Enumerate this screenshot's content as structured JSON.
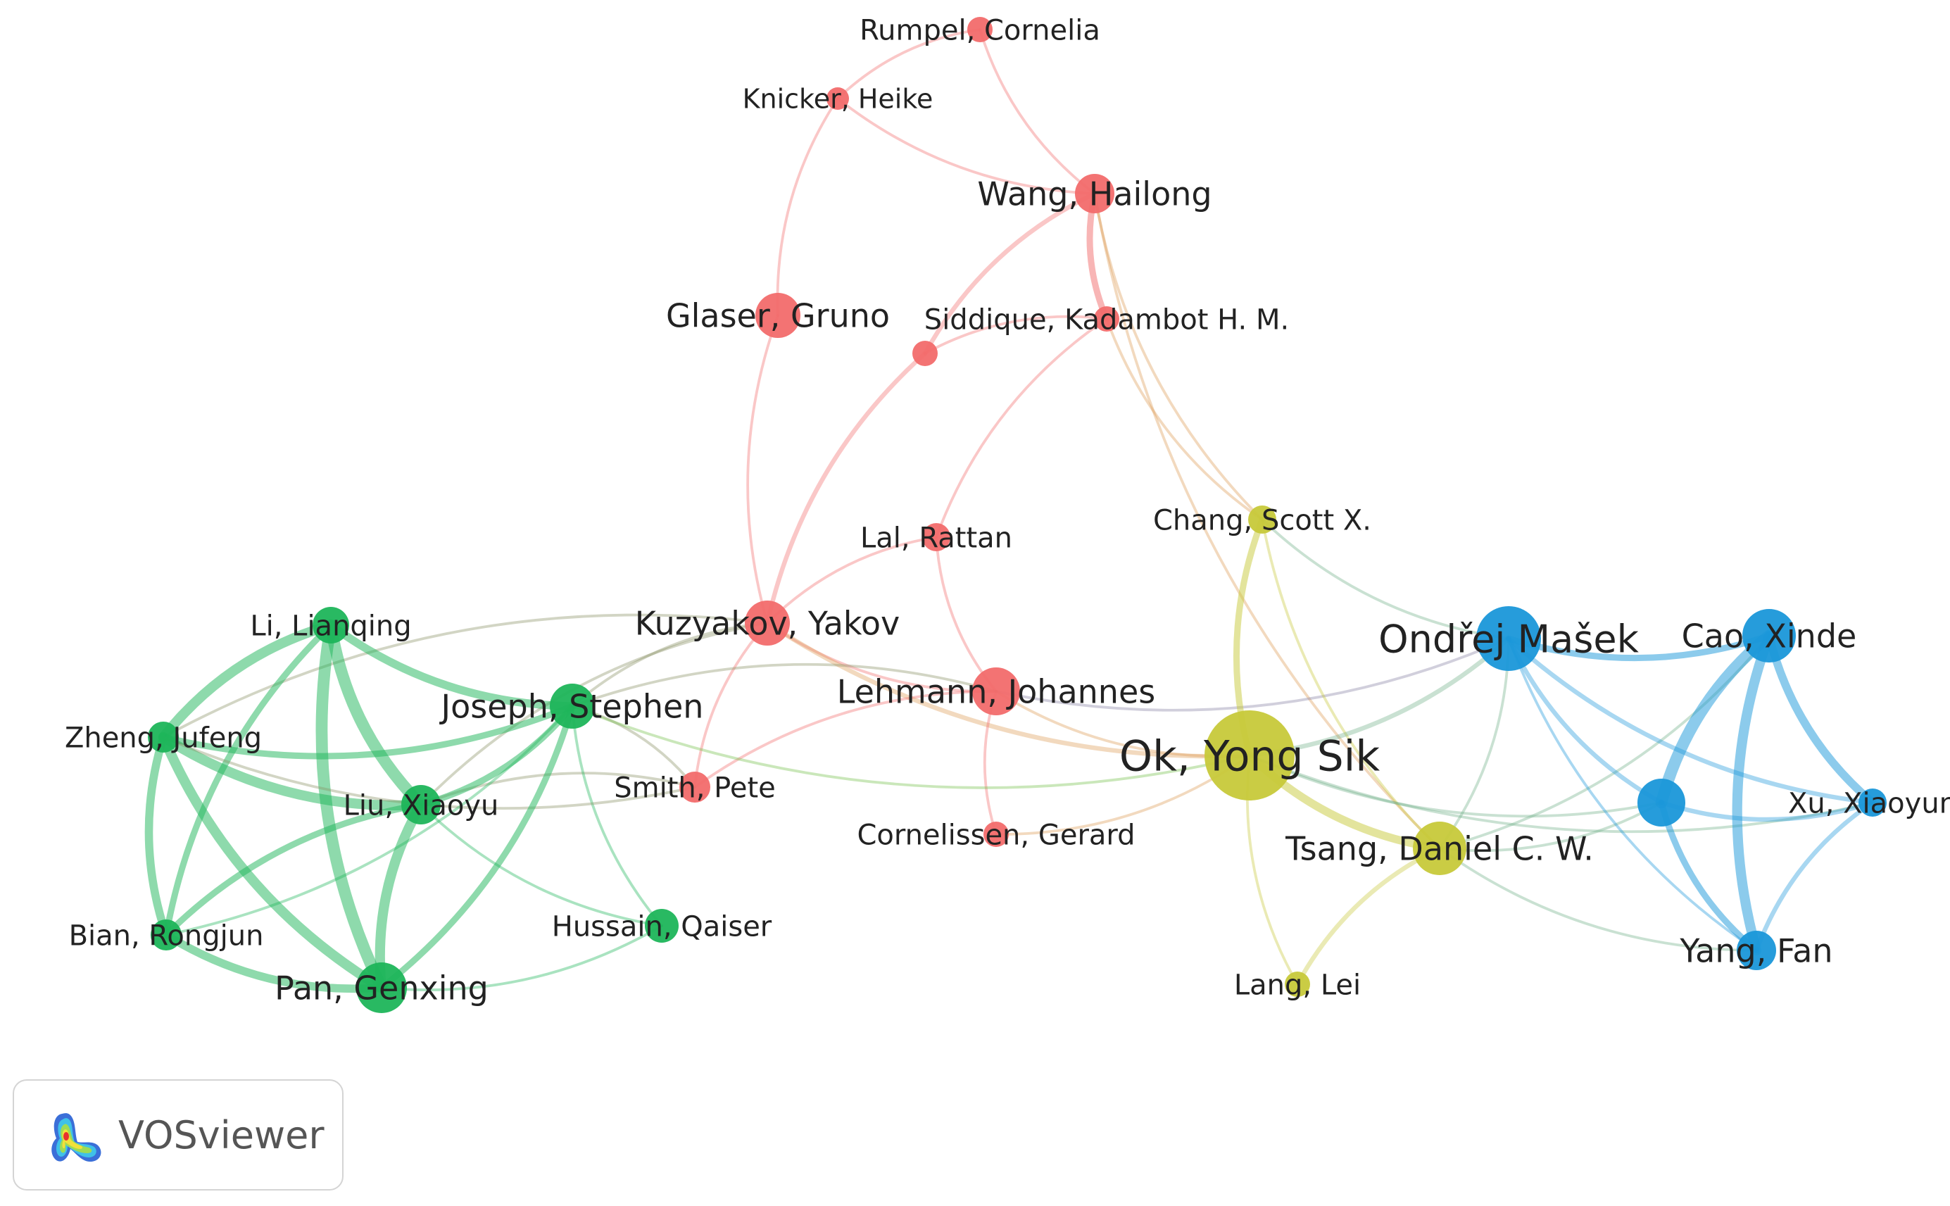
{
  "colors": {
    "red": "#f26b6b",
    "green": "#1eb55a",
    "blue": "#1a97d9",
    "yellow": "#c7c93a",
    "label": "#222222"
  },
  "nodes": [
    {
      "id": "rumpel",
      "label": "Rumpel, Cornelia",
      "cluster": "red"
    },
    {
      "id": "knicker",
      "label": "Knicker, Heike",
      "cluster": "red"
    },
    {
      "id": "wang",
      "label": "Wang, Hailong",
      "cluster": "red"
    },
    {
      "id": "glaser",
      "label": "Glaser, Gruno",
      "cluster": "red"
    },
    {
      "id": "siddique",
      "label": "Siddique, Kadambot H. M.",
      "cluster": "red"
    },
    {
      "id": "unlabeled-red",
      "label": "",
      "cluster": "red"
    },
    {
      "id": "lal",
      "label": "Lal, Rattan",
      "cluster": "red"
    },
    {
      "id": "kuzyakov",
      "label": "Kuzyakov, Yakov",
      "cluster": "red"
    },
    {
      "id": "lehmann",
      "label": "Lehmann, Johannes",
      "cluster": "red"
    },
    {
      "id": "smith",
      "label": "Smith, Pete",
      "cluster": "red"
    },
    {
      "id": "cornelissen",
      "label": "Cornelissen, Gerard",
      "cluster": "red"
    },
    {
      "id": "li",
      "label": "Li, Lianqing",
      "cluster": "green"
    },
    {
      "id": "joseph",
      "label": "Joseph, Stephen",
      "cluster": "green"
    },
    {
      "id": "zheng",
      "label": "Zheng, Jufeng",
      "cluster": "green"
    },
    {
      "id": "liu",
      "label": "Liu, Xiaoyu",
      "cluster": "green"
    },
    {
      "id": "bian",
      "label": "Bian, Rongjun",
      "cluster": "green"
    },
    {
      "id": "hussain",
      "label": "Hussain, Qaiser",
      "cluster": "green"
    },
    {
      "id": "pan",
      "label": "Pan, Genxing",
      "cluster": "green"
    },
    {
      "id": "chang",
      "label": "Chang, Scott X.",
      "cluster": "yellow"
    },
    {
      "id": "ok",
      "label": "Ok, Yong Sik",
      "cluster": "yellow"
    },
    {
      "id": "tsang",
      "label": "Tsang, Daniel C. W.",
      "cluster": "yellow"
    },
    {
      "id": "lang",
      "label": "Lang, Lei",
      "cluster": "yellow"
    },
    {
      "id": "masek",
      "label": "Ondřej Mašek",
      "cluster": "blue"
    },
    {
      "id": "cao",
      "label": "Cao, Xinde",
      "cluster": "blue"
    },
    {
      "id": "unlabeled-blue",
      "label": "",
      "cluster": "blue"
    },
    {
      "id": "xu",
      "label": "Xu, Xiaoyun",
      "cluster": "blue"
    },
    {
      "id": "yang",
      "label": "Yang, Fan",
      "cluster": "blue"
    }
  ],
  "links": [
    [
      "rumpel",
      "knicker",
      1
    ],
    [
      "rumpel",
      "wang",
      1
    ],
    [
      "knicker",
      "glaser",
      1
    ],
    [
      "knicker",
      "wang",
      1
    ],
    [
      "wang",
      "siddique",
      3
    ],
    [
      "wang",
      "unlabeled-red",
      2
    ],
    [
      "wang",
      "chang",
      1
    ],
    [
      "wang",
      "tsang",
      1
    ],
    [
      "siddique",
      "unlabeled-red",
      1
    ],
    [
      "siddique",
      "lal",
      1
    ],
    [
      "siddique",
      "chang",
      1
    ],
    [
      "glaser",
      "kuzyakov",
      1
    ],
    [
      "unlabeled-red",
      "kuzyakov",
      2
    ],
    [
      "lal",
      "lehmann",
      1
    ],
    [
      "lal",
      "kuzyakov",
      1
    ],
    [
      "kuzyakov",
      "lehmann",
      1
    ],
    [
      "kuzyakov",
      "smith",
      1
    ],
    [
      "kuzyakov",
      "joseph",
      1
    ],
    [
      "kuzyakov",
      "ok",
      2
    ],
    [
      "kuzyakov",
      "liu",
      1
    ],
    [
      "kuzyakov",
      "zheng",
      1
    ],
    [
      "lehmann",
      "cornelissen",
      1
    ],
    [
      "lehmann",
      "smith",
      1
    ],
    [
      "lehmann",
      "ok",
      1
    ],
    [
      "lehmann",
      "masek",
      1
    ],
    [
      "lehmann",
      "joseph",
      1
    ],
    [
      "smith",
      "joseph",
      1
    ],
    [
      "smith",
      "liu",
      1
    ],
    [
      "cornelissen",
      "ok",
      1
    ],
    [
      "joseph",
      "hussain",
      1
    ],
    [
      "joseph",
      "ok",
      1
    ],
    [
      "li",
      "zheng",
      5
    ],
    [
      "li",
      "liu",
      6
    ],
    [
      "li",
      "pan",
      6
    ],
    [
      "li",
      "bian",
      3
    ],
    [
      "li",
      "joseph",
      4
    ],
    [
      "zheng",
      "liu",
      5
    ],
    [
      "zheng",
      "pan",
      5
    ],
    [
      "zheng",
      "bian",
      4
    ],
    [
      "zheng",
      "joseph",
      3
    ],
    [
      "zheng",
      "smith",
      1
    ],
    [
      "liu",
      "pan",
      5
    ],
    [
      "liu",
      "bian",
      3
    ],
    [
      "liu",
      "joseph",
      3
    ],
    [
      "liu",
      "hussain",
      1
    ],
    [
      "bian",
      "pan",
      4
    ],
    [
      "bian",
      "joseph",
      1
    ],
    [
      "pan",
      "joseph",
      3
    ],
    [
      "pan",
      "hussain",
      1
    ],
    [
      "chang",
      "ok",
      3
    ],
    [
      "chang",
      "tsang",
      1
    ],
    [
      "chang",
      "masek",
      1
    ],
    [
      "ok",
      "tsang",
      4
    ],
    [
      "ok",
      "lang",
      1
    ],
    [
      "ok",
      "masek",
      2
    ],
    [
      "ok",
      "unlabeled-blue",
      1
    ],
    [
      "ok",
      "xu",
      1
    ],
    [
      "tsang",
      "lang",
      2
    ],
    [
      "tsang",
      "masek",
      1
    ],
    [
      "tsang",
      "unlabeled-blue",
      1
    ],
    [
      "tsang",
      "yang",
      1
    ],
    [
      "tsang",
      "cao",
      1
    ],
    [
      "masek",
      "cao",
      3
    ],
    [
      "masek",
      "unlabeled-blue",
      2
    ],
    [
      "masek",
      "xu",
      2
    ],
    [
      "masek",
      "yang",
      1
    ],
    [
      "cao",
      "unlabeled-blue",
      6
    ],
    [
      "cao",
      "yang",
      5
    ],
    [
      "cao",
      "xu",
      4
    ],
    [
      "unlabeled-blue",
      "xu",
      2
    ],
    [
      "unlabeled-blue",
      "yang",
      3
    ],
    [
      "xu",
      "yang",
      2
    ]
  ],
  "logo": {
    "text": "VOSviewer"
  }
}
